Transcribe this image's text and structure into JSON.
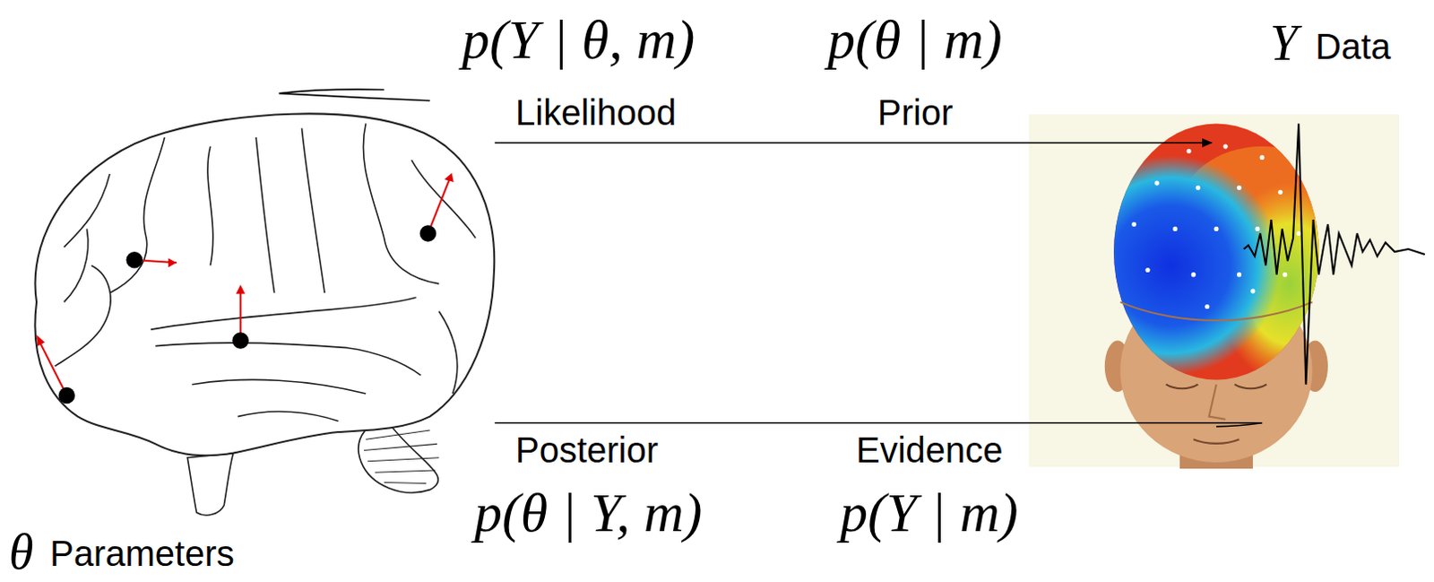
{
  "diagram": {
    "labels": [
      "p(Y | θ, m)",
      "p(θ | m)",
      "Y",
      "Data",
      "Likelihood",
      "Prior",
      "Posterior",
      "Evidence",
      "p(θ | Y, m)",
      "p(Y | m)",
      "θ",
      "Parameters"
    ]
  }
}
